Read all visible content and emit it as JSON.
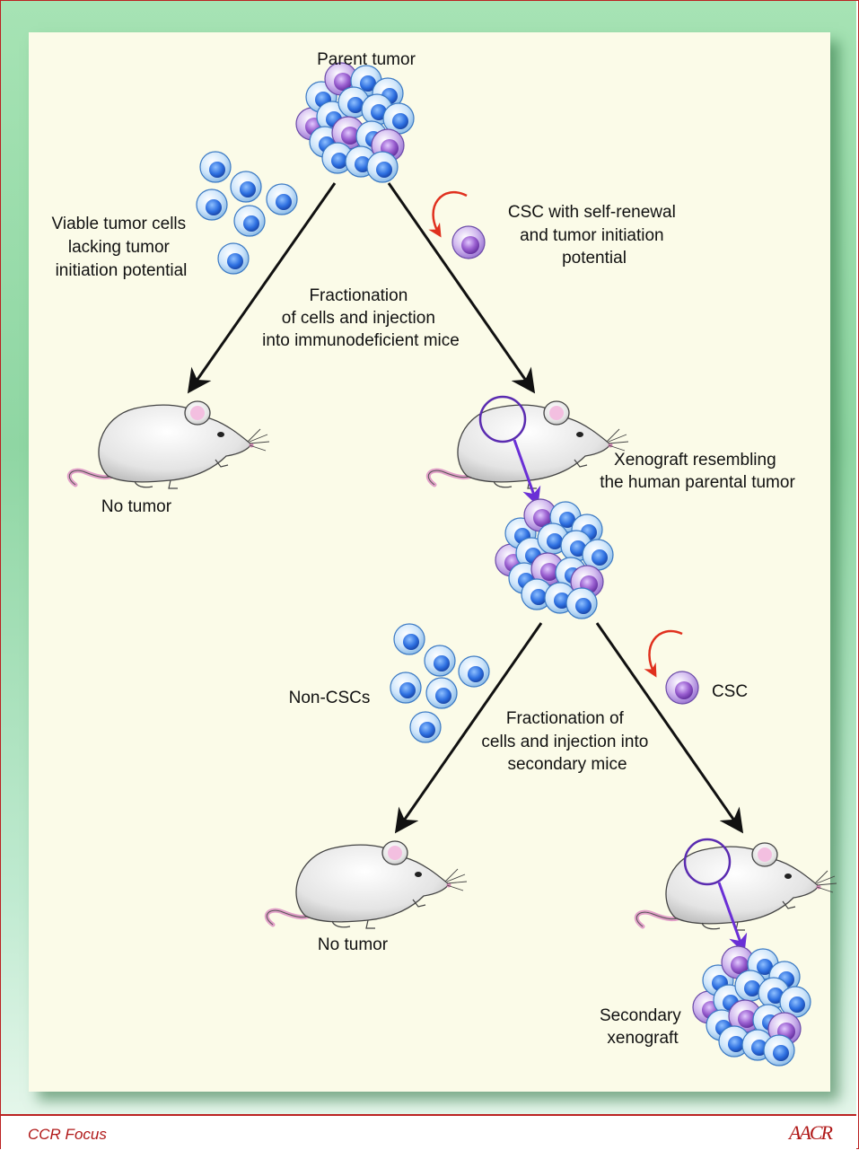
{
  "labels": {
    "parent_tumor": "Parent tumor",
    "viable_cells": [
      "Viable tumor cells",
      "lacking tumor",
      "initiation potential"
    ],
    "csc_self_renewal": [
      "CSC with self-renewal",
      "and tumor initiation",
      "potential"
    ],
    "fractionation_1": [
      "Fractionation",
      "of cells and injection",
      "into immunodeficient mice"
    ],
    "no_tumor_1": "No tumor",
    "xenograft": [
      "Xenograft resembling",
      "the human parental tumor"
    ],
    "non_cscs": "Non-CSCs",
    "csc": "CSC",
    "fractionation_2": [
      "Fractionation of",
      "cells and injection into",
      "secondary mice"
    ],
    "no_tumor_2": "No tumor",
    "secondary_xenograft": [
      "Secondary",
      "xenograft"
    ]
  },
  "footer": {
    "journal": "CCR Focus",
    "logo": "AACR"
  },
  "colors": {
    "stem_cell": "#9a5fd0",
    "normal_cell": "#2d6fe0",
    "self_renewal_arrow": "#e0301e",
    "xenograft_arrow": "#6a2fd6",
    "arrow": "#111111"
  }
}
